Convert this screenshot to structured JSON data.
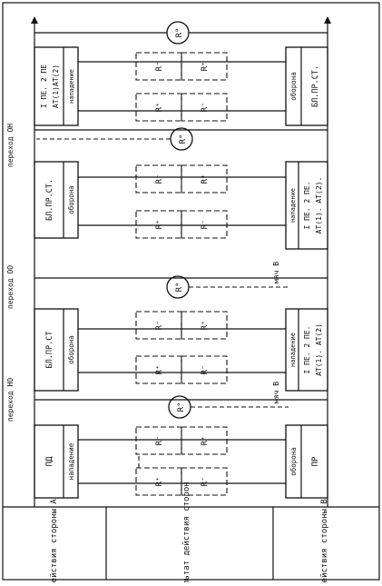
{
  "rows": {
    "side_a": "Действия стороны А",
    "result": "Результат действия сторон",
    "side_b": "Действия стороны В"
  },
  "stages": [
    {
      "a_main": "ПД",
      "a_mode": "нападение",
      "b_main": "ПР",
      "b_mode": "оборона",
      "r_top": [
        "R⁻",
        "R⁺"
      ],
      "r_bot": [
        "R⁺",
        "R⁻"
      ],
      "transition": "переход НО",
      "ball": "мяч В"
    },
    {
      "a_main": "БЛ.ПР.СТ",
      "a_mode": "оборона",
      "b_main1": "I ПЕ. 2 ПЕ.",
      "b_main2": "АТ(1). АТ(2)",
      "b_mode": "нападение",
      "r_top": [
        "R⁻",
        "R⁺"
      ],
      "r_bot": [
        "R⁺",
        "R⁻"
      ],
      "transition": "переход ОО",
      "ball": "мяч В"
    },
    {
      "a_main": "БЛ.ПР.СТ.",
      "a_mode": "оборона",
      "b_main1": "I ПЕ. 2 ПЕ.",
      "b_main2": "АТ(1). АТ(2).",
      "b_mode": "нападение",
      "r_top": [
        "R⁻",
        "R⁺"
      ],
      "r_bot": [
        "R⁺",
        "R⁻"
      ],
      "transition": "переход ОН"
    },
    {
      "a_main1": "I ПЕ. 2 ПЕ",
      "a_main2": "АТ(1)АТ(2)",
      "a_mode": "нападение",
      "b_main": "БЛ.ПР.СТ.",
      "b_mode": "оборона",
      "r_top": [
        "R⁻",
        "R⁺"
      ],
      "r_bot": [
        "R⁺",
        "R⁻"
      ]
    }
  ],
  "r_zero": "R°"
}
